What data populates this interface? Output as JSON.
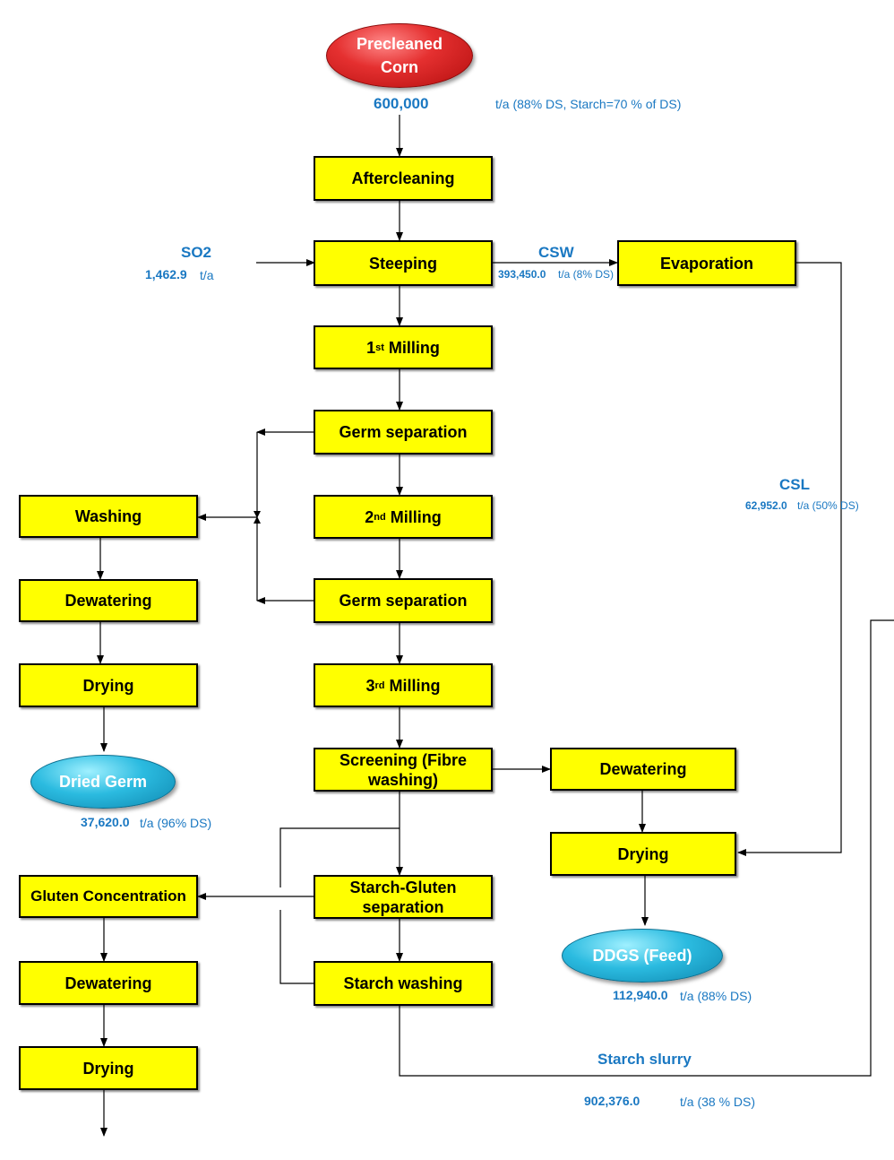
{
  "nodes": {
    "input": "Precleaned Corn",
    "aftercleaning": "Aftercleaning",
    "steeping": "Steeping",
    "milling1_num": "1",
    "milling1_sup": "st",
    "milling1_text": "Milling",
    "germsep1": "Germ separation",
    "milling2_num": "2",
    "milling2_sup": "nd",
    "milling2_text": "Milling",
    "germsep2": "Germ separation",
    "milling3_num": "3",
    "milling3_sup": "rd",
    "milling3_text": "Milling",
    "screening": "Screening (Fibre washing)",
    "starch_gluten": "Starch-Gluten separation",
    "starch_washing": "Starch washing",
    "evaporation": "Evaporation",
    "washing": "Washing",
    "germ_dewatering": "Dewatering",
    "germ_drying": "Drying",
    "dried_germ": "Dried Germ",
    "fibre_dewatering": "Dewatering",
    "fibre_drying": "Drying",
    "ddgs": "DDGS (Feed)",
    "gluten_concentration": "Gluten Concentration",
    "gluten_dewatering": "Dewatering",
    "gluten_drying": "Drying"
  },
  "labels": {
    "corn_qty": "600,000",
    "corn_unit": "t/a (88% DS, Starch=70 % of DS)",
    "so2_name": "SO2",
    "so2_qty": "1,462.9",
    "so2_unit": "t/a",
    "csw_name": "CSW",
    "csw_qty": "393,450.0",
    "csw_unit": "t/a (8% DS)",
    "csl_name": "CSL",
    "csl_qty": "62,952.0",
    "csl_unit": "t/a (50% DS)",
    "germ_qty": "37,620.0",
    "germ_unit": "t/a (96% DS)",
    "ddgs_qty": "112,940.0",
    "ddgs_unit": "t/a (88% DS)",
    "slurry_name": "Starch slurry",
    "slurry_qty": "902,376.0",
    "slurry_unit": "t/a (38 % DS)"
  },
  "colors": {
    "box_fill": "#ffff00",
    "label_blue": "#1a78c2",
    "input_oval": "#e53030",
    "output_oval": "#2bbbe0"
  }
}
